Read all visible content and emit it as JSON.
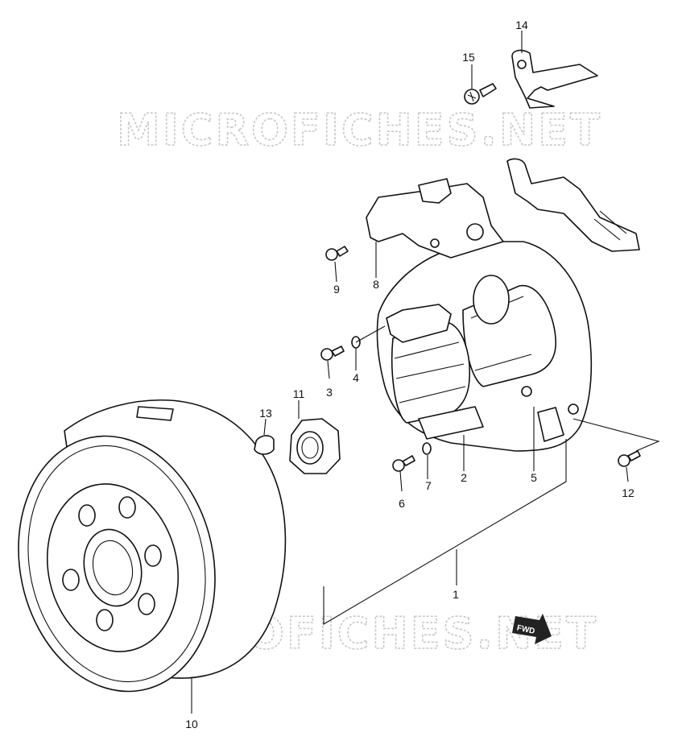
{
  "watermark": {
    "text": "MICROFICHES.NET"
  },
  "fwd_badge": {
    "text": "FWD"
  },
  "callouts": [
    "1",
    "2",
    "3",
    "4",
    "5",
    "6",
    "7",
    "8",
    "9",
    "10",
    "11",
    "12",
    "13",
    "14",
    "15"
  ]
}
